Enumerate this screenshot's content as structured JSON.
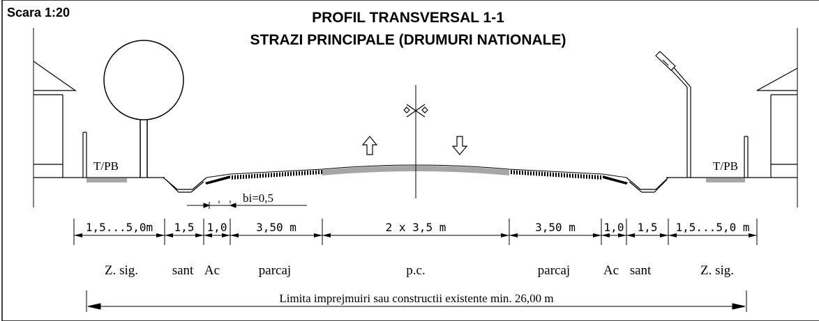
{
  "scale_label": "Scara 1:20",
  "title": {
    "line1": "PROFIL TRANSVERSAL 1-1",
    "line2": "STRAZI PRINCIPALE (DRUMURI NATIONALE)"
  },
  "labels": {
    "tpb_left": "T/PB",
    "tpb_right": "T/PB",
    "bi": "bi=0,5"
  },
  "dimensions": [
    {
      "text": "1,5...5,0m"
    },
    {
      "text": "1,5"
    },
    {
      "text": "1,0"
    },
    {
      "text": "3,50  m"
    },
    {
      "text": "2  x  3,5  m"
    },
    {
      "text": "3,50  m"
    },
    {
      "text": "1,0"
    },
    {
      "text": "1,5"
    },
    {
      "text": "1,5...5,0  m"
    }
  ],
  "zones": [
    {
      "text": "Z. sig."
    },
    {
      "text": "sant"
    },
    {
      "text": "Ac"
    },
    {
      "text": "parcaj"
    },
    {
      "text": "p.c."
    },
    {
      "text": "parcaj"
    },
    {
      "text": "Ac"
    },
    {
      "text": "sant"
    },
    {
      "text": "Z. sig."
    }
  ],
  "limit_text": "Limita imprejmuiri sau constructii existente min. 26,00 m",
  "colors": {
    "line": "#000000",
    "asphalt": "#a6a6a6",
    "background": "#ffffff"
  }
}
